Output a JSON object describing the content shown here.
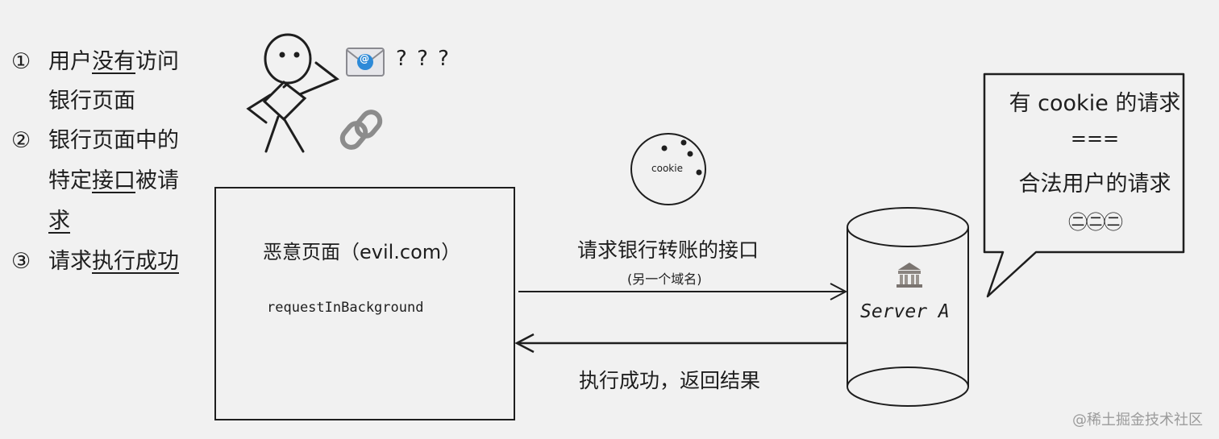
{
  "steps": [
    {
      "num": "①",
      "line1_pre": "用户",
      "line1_u": "没有",
      "line1_post": "访问",
      "line2": "银行页面"
    },
    {
      "num": "②",
      "line1": "银行页面中的",
      "line2_pre": "特定",
      "line2_u": "接口",
      "line2_mid": "被请",
      "line3_u": "求"
    },
    {
      "num": "③",
      "line1_pre": "请求",
      "line1_u": "执行成功"
    }
  ],
  "question_marks": "? ? ?",
  "email_symbol": "@",
  "evil_page": {
    "title": "恶意页面（evil.com）",
    "code": "requestInBackground"
  },
  "cookie_label": "cookie",
  "request_arrow": {
    "label": "请求银行转账的接口",
    "sublabel": "(另一个域名)"
  },
  "response_arrow": {
    "label": "执行成功，返回结果"
  },
  "server": {
    "label": "Server A"
  },
  "bubble": {
    "line1": "有 cookie 的请求",
    "line2": "===",
    "line3": "合法用户的请求",
    "line4": "㊁㊁㊁"
  },
  "watermark": "@稀土掘金技术社区",
  "icons": [
    "stick-figure-icon",
    "email-icon",
    "link-icon",
    "cookie-icon",
    "bank-icon"
  ],
  "colors": {
    "background": "#f1f1f1",
    "stroke": "#1e1e1e",
    "email_blue": "#2d8ad8"
  }
}
